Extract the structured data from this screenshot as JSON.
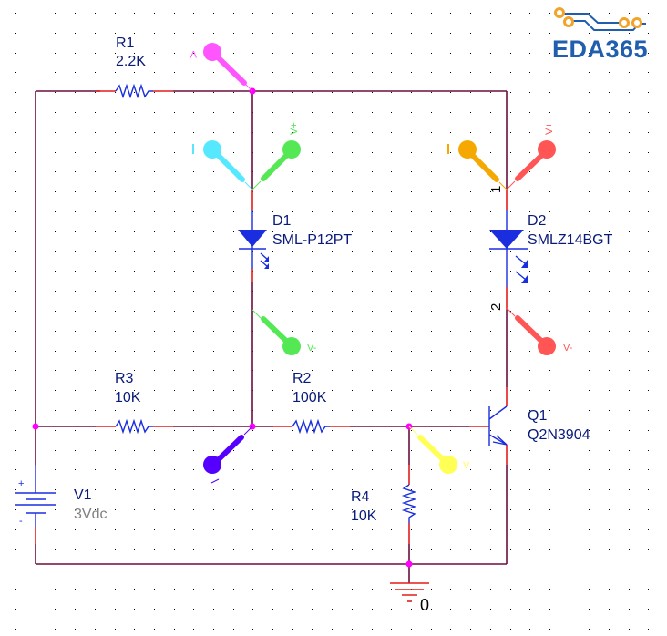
{
  "logo": {
    "text": "EDA365",
    "icon": "circuit-trace-icon",
    "text_color": "#1f5fae",
    "accent_color": "#f2a42a"
  },
  "components": {
    "R1": {
      "ref": "R1",
      "value": "2.2K"
    },
    "R2": {
      "ref": "R2",
      "value": "100K"
    },
    "R3": {
      "ref": "R3",
      "value": "10K"
    },
    "R4": {
      "ref": "R4",
      "value": "10K"
    },
    "D1": {
      "ref": "D1",
      "value": "SML-P12PT"
    },
    "D2": {
      "ref": "D2",
      "value": "SMLZ14BGT",
      "pin1": "1",
      "pin2": "2"
    },
    "Q1": {
      "ref": "Q1",
      "value": "Q2N3904"
    },
    "V1": {
      "ref": "V1",
      "value": "3Vdc",
      "plus": "+",
      "minus": "-"
    },
    "GND": {
      "label": "0"
    }
  },
  "probes": {
    "top_voltage": {
      "label": "V",
      "color": "#ff55ff",
      "type": "voltage"
    },
    "d1_current": {
      "label": "I",
      "color": "#55e8ff",
      "type": "current"
    },
    "d1_vplus": {
      "label": "V+",
      "color": "#55e855",
      "type": "differential-plus"
    },
    "d1_vminus": {
      "label": "V-",
      "color": "#55e855",
      "type": "differential-minus"
    },
    "d2_current": {
      "label": "I",
      "color": "#f5a800",
      "type": "current"
    },
    "d2_vplus": {
      "label": "V+",
      "color": "#ff5555",
      "type": "differential-plus"
    },
    "d2_vminus": {
      "label": "V-",
      "color": "#ff5555",
      "type": "differential-minus"
    },
    "mid_voltage": {
      "label": "V",
      "color": "#5500ff",
      "type": "voltage"
    },
    "base_voltage": {
      "label": "V",
      "color": "#ffff55",
      "type": "voltage"
    }
  },
  "colors": {
    "wire": "#6b0f3e",
    "pin_lead": "#e31b1b",
    "symbol": "#1a2ee0",
    "junction": "#ff00ff",
    "label": "#0a1a7a",
    "grid_dot": "#000000"
  }
}
